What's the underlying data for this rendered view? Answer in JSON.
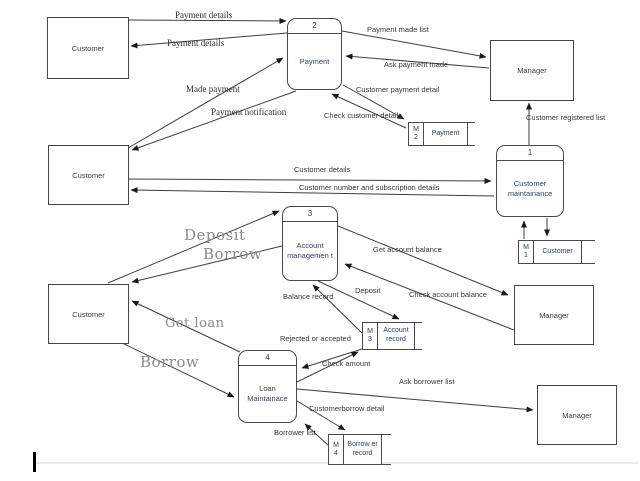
{
  "diagram": {
    "entities": [
      {
        "label": "Customer"
      },
      {
        "label": "Customer"
      },
      {
        "label": "Customer"
      },
      {
        "label": "Manager"
      },
      {
        "label": "Manager"
      },
      {
        "label": "Manager"
      }
    ],
    "processes": [
      {
        "number": "2",
        "label": "Payment"
      },
      {
        "number": "1",
        "label": "Customer maintainance"
      },
      {
        "number": "3",
        "label": "Account managemen t"
      },
      {
        "number": "4",
        "label": "Loan Maintainace"
      }
    ],
    "datastores": [
      {
        "m": "M",
        "num": "2",
        "label": "Payment"
      },
      {
        "m": "M",
        "num": "1",
        "label": "Customer"
      },
      {
        "m": "M",
        "num": "3",
        "label": "Account record"
      },
      {
        "m": "M",
        "num": "4",
        "label": "Borrow er record"
      }
    ],
    "flow_labels": {
      "payment_details_top": "Payment details",
      "payment_details_return": "Payment details",
      "made_payment": "Made payment",
      "payment_notification": "Payment notification",
      "payment_made_list": "Payment made list",
      "ask_payment_made": "Ask payment made",
      "customer_payment_detail": "Customer payment detail",
      "check_customer_details": "Check customer details",
      "customer_registered_list": "Customer registered list",
      "customer_details": "Customer details",
      "customer_number_details": "Customer number and subscription details",
      "deposit_big": "Deposit",
      "borrow_big": "Borrow",
      "get_account_balance": "Get account balance",
      "check_account_balance": "Check account balance",
      "balance_record": "Balance record",
      "deposit_small": "Deposit",
      "rejected_or_accepted": "Rejected or accepted",
      "check_amount": "Check amount",
      "get_loan": "Get loan",
      "borrow_lower": "Borrow",
      "ask_borrower_list": "Ask borrower list",
      "customerborrow_detail": "Customerborrow detail",
      "borrower_list": "Borrower list"
    },
    "line_color": "#3f3f3f",
    "arrow_color": "#1a1a1a"
  }
}
